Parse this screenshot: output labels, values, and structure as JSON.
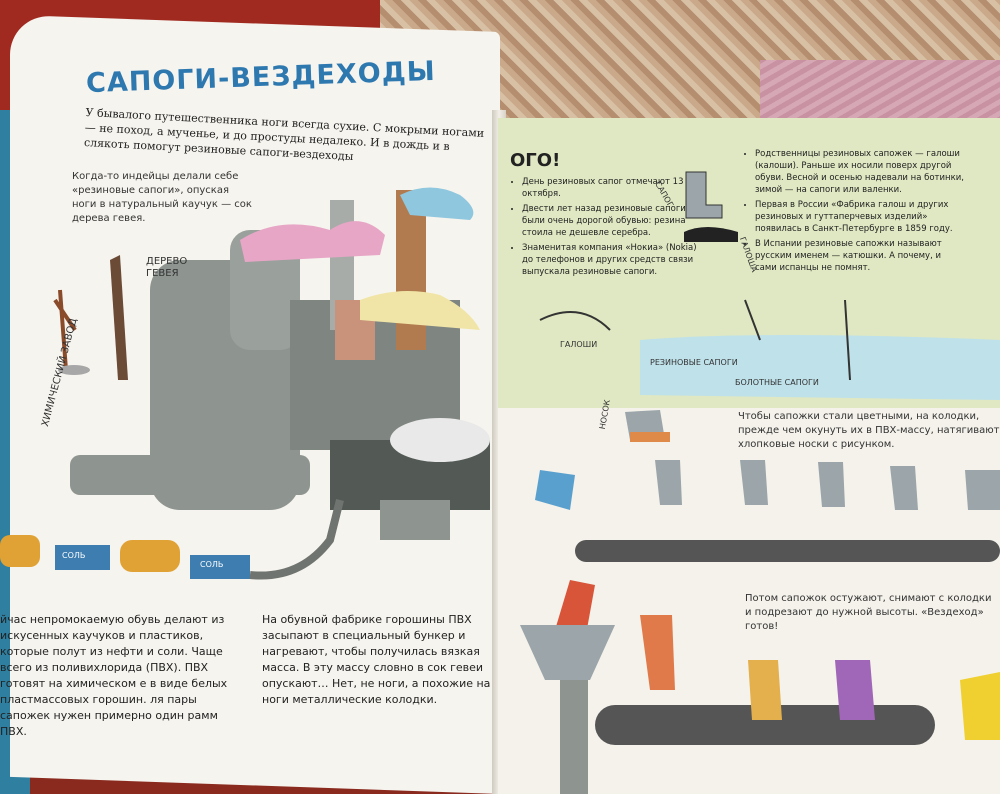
{
  "left_page": {
    "title": "САПОГИ-ВЕЗДЕХОДЫ",
    "intro": "У бывалого путешественника ноги всегда сухие. С мокрыми ногами — не поход, а мученье, и до простуды недалеко. И в дождь и в слякоть помогут резиновые сапоги-вездеходы",
    "side_text": "Когда-то индейцы делали себе «резиновые сапоги», опуская ноги в натуральный каучук — сок дерева гевея.",
    "label_tree": "ДЕРЕВО ГЕВЕЯ",
    "label_factory": "ХИМИЧЕСКИЙ ЗАВОД",
    "label_salt": "СОЛЬ",
    "bottom_text_left": "йчас непромокаемую обувь делают из искусенных каучуков и пластиков, которые полут из нефти и соли. Чаще всего из поливихлорида (ПВХ). ПВХ готовят на химическом е в виде белых пластмассовых горошин. ля пары сапожек нужен примерно один рамм ПВХ.",
    "bottom_text_mid": "На обувной фабрике горошины ПВХ засыпают в специальный бункер и нагревают, чтобы получилась вязкая масса. В эту массу словно в сок гевеи опускают… Нет, не ноги, а похожие на ноги металлические колодки."
  },
  "right_page": {
    "ogo_title": "ОГО!",
    "ogo_items": [
      "День резиновых сапог отмечают 13 октября.",
      "Двести лет назад резиновые сапоги были очень дорогой обувью: резина стоила не дешевле серебра.",
      "Знаменитая компания «Нокиа» (Nokia) до телефонов и других средств связи выпускала резиновые сапоги."
    ],
    "right_items": [
      "Родственницы резиновых сапожек — галоши (калоши). Раньше их носили поверх другой обуви. Весной и осенью надевали на ботинки, зимой — на сапоги или валенки.",
      "Первая в России «Фабрика галош и других резиновых и гуттаперчевых изделий» появилась в Санкт-Петербурге в 1859 году.",
      "В Испании резиновые сапожки называют русским именем — катюшки. А почему, и сами испанцы не помнят."
    ],
    "label_sapog": "САПОГ",
    "label_galosha": "ГАЛОША",
    "label_galoshi": "ГАЛОШИ",
    "label_rubber_boots": "РЕЗИНОВЫЕ САПОГИ",
    "label_swamp_boots": "БОЛОТНЫЕ САПОГИ",
    "label_nosok": "НОСОК",
    "text_colored": "Чтобы сапожки стали цветными, на колодки, прежде чем окунуть их в ПВХ-массу, натягивают хлопковые носки с рисунком.",
    "text_cool": "Потом сапожок остужают, снимают с колодки и подрезают до нужной высоты. «Вездеход» готов!"
  },
  "colors": {
    "title_blue": "#2e78b0",
    "book_cover": "#2f7fa0",
    "green_band": "#dfe8c2"
  }
}
